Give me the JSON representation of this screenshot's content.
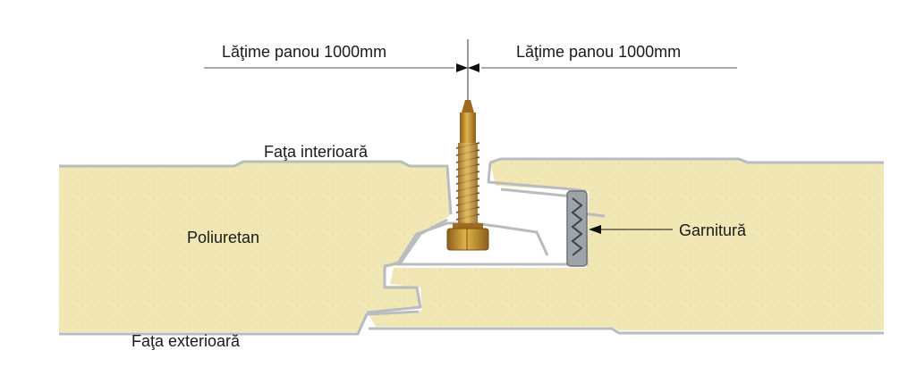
{
  "labels": {
    "width_left": "Lăţime panou 1000mm",
    "width_right": "Lăţime panou 1000mm",
    "inner_face": "Faţa interioară",
    "core": "Poliuretan",
    "gasket": "Garnitură",
    "outer_face": "Faţa exterioară"
  },
  "colors": {
    "foam": "#f1e7b5",
    "skin": "#b9bcbf",
    "screw": "#c9952c",
    "line": "#222222"
  }
}
